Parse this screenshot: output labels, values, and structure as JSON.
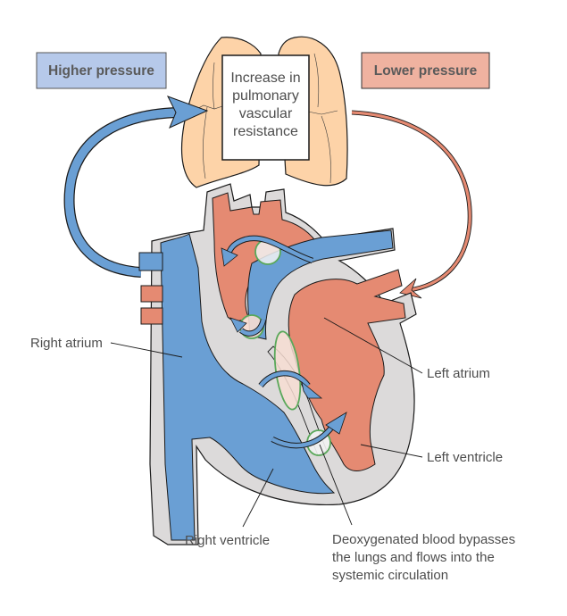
{
  "diagram": {
    "title": "Persistent fetal circulation: increased pulmonary vascular resistance",
    "colors": {
      "deoxygenated_blue": "#6a9fd4",
      "oxygenated_red": "#e58a72",
      "wall_gray": "#dcdada",
      "lung_peach": "#fdd3a8",
      "higher_box": "#b6c9ea",
      "lower_box": "#efb2a0",
      "shunt_ring": "#5aa85a",
      "outline": "#1a1a1a"
    },
    "boxes": {
      "higher_pressure": "Higher pressure",
      "lower_pressure": "Lower pressure",
      "center": [
        "Increase in",
        "pulmonary",
        "vascular",
        "resistance"
      ]
    },
    "labels": {
      "right_atrium": "Right atrium",
      "left_atrium": "Left atrium",
      "left_ventricle": "Left ventricle",
      "right_ventricle": "Right ventricle",
      "caption": [
        "Deoxygenated blood bypasses",
        "the lungs and flows into the",
        "systemic circulation"
      ]
    }
  }
}
